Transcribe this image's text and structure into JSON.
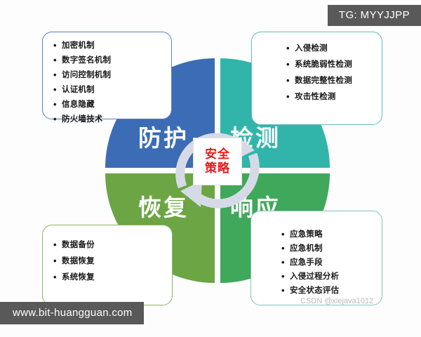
{
  "colors": {
    "protect": "#3b6cb5",
    "detect": "#31b5ab",
    "recover": "#6ba544",
    "respond": "#3fa85a",
    "policy_text": "#e8171b",
    "watermark_bar": "#595959",
    "arrow": "#d6dae6"
  },
  "wheel": {
    "quadrants": [
      {
        "key": "protect",
        "label": "防护"
      },
      {
        "key": "detect",
        "label": "检测"
      },
      {
        "key": "recover",
        "label": "恢复"
      },
      {
        "key": "respond",
        "label": "响应"
      }
    ],
    "center": {
      "line1": "安全",
      "line2": "策略"
    }
  },
  "cards": {
    "protect": {
      "items": [
        "加密机制",
        "数字签名机制",
        "访问控制机制",
        "认证机制",
        "信息隐藏",
        "防火墙技术"
      ]
    },
    "detect": {
      "items": [
        "入侵检测",
        "系统脆弱性检测",
        "数据完整性检测",
        "攻击性检测"
      ]
    },
    "recover": {
      "items": [
        "数据备份",
        "数据恢复",
        "系统恢复"
      ]
    },
    "respond": {
      "items": [
        "应急策略",
        "应急机制",
        "应急手段",
        "入侵过程分析",
        "安全状态评估"
      ]
    }
  },
  "watermarks": {
    "tg": "TG: MYYJJPP",
    "site": "www.bit-huangguan.com",
    "csdn": "CSDN @xiejava1012"
  }
}
